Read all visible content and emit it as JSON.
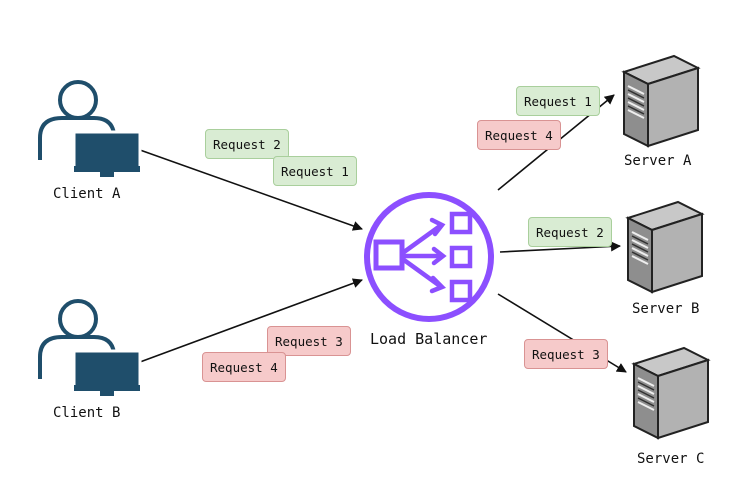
{
  "clients": [
    {
      "label": "Client A"
    },
    {
      "label": "Client B"
    }
  ],
  "load_balancer": {
    "label": "Load Balancer",
    "color": "#8c4fff"
  },
  "servers": [
    {
      "label": "Server A"
    },
    {
      "label": "Server B"
    },
    {
      "label": "Server C"
    }
  ],
  "requests": {
    "client_a_2": "Request 2",
    "client_a_1": "Request 1",
    "client_b_3": "Request 3",
    "client_b_4": "Request 4",
    "server_a_1": "Request 1",
    "server_a_4": "Request 4",
    "server_b_2": "Request 2",
    "server_c_3": "Request 3"
  },
  "colors": {
    "client_icon": "#1f4e6b",
    "green_tag": "#d9ecd3",
    "red_tag": "#f6caca",
    "server_body": "#9a9a9a"
  }
}
